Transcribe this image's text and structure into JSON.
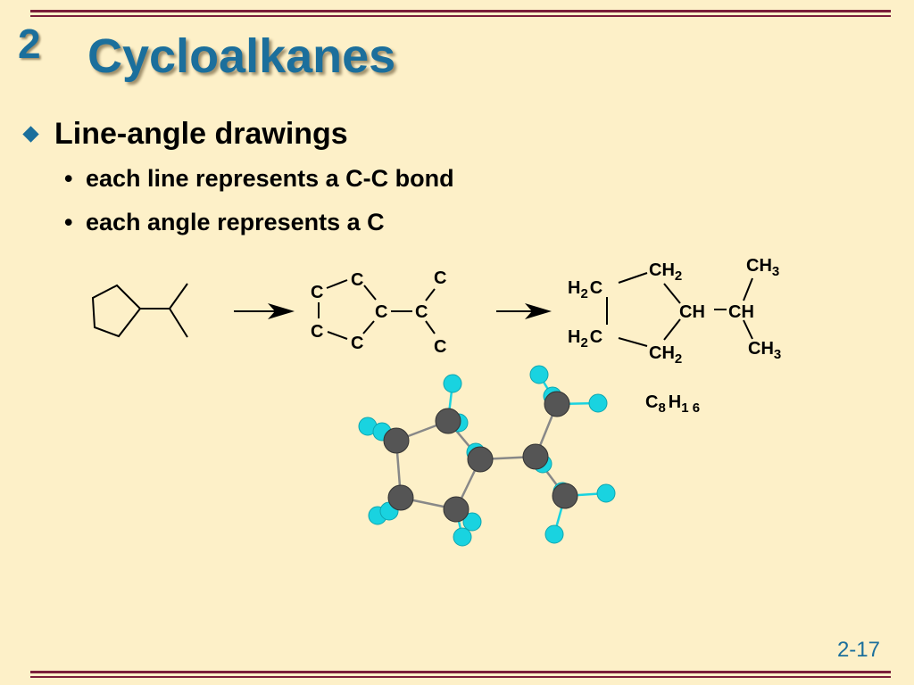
{
  "slide": {
    "chapter_number": "2",
    "title": "Cycloalkanes",
    "bullet_main": "Line-angle drawings",
    "sub_bullets": [
      "each line represents a C-C bond",
      "each angle represents a C"
    ],
    "page_number": "2-17"
  },
  "structure_mid": {
    "atoms": [
      "C",
      "C",
      "C",
      "C",
      "C",
      "C",
      "C",
      "C"
    ]
  },
  "structure_right": {
    "ring_top": "CH",
    "ring_top_sub": "2",
    "ring_left_top_h": "H",
    "ring_left_top_sub": "2",
    "ring_left_top_c": "C",
    "ring_left_bot_h": "H",
    "ring_left_bot_sub": "2",
    "ring_left_bot_c": "C",
    "ring_bottom": "CH",
    "ring_bottom_sub": "2",
    "ring_ch": "CH",
    "side_ch": "CH",
    "methyl_top": "CH",
    "methyl_top_sub": "3",
    "methyl_bottom": "CH",
    "methyl_bottom_sub": "3"
  },
  "formula": {
    "c": "C",
    "c_count": "8",
    "h": "H",
    "h_count": "1 6"
  },
  "colors": {
    "background": "#fdf0c8",
    "title": "#1b6f9c",
    "rule": "#7a1f3a",
    "carbon_atom": "#555555",
    "hydrogen_atom": "#19d3e0"
  }
}
